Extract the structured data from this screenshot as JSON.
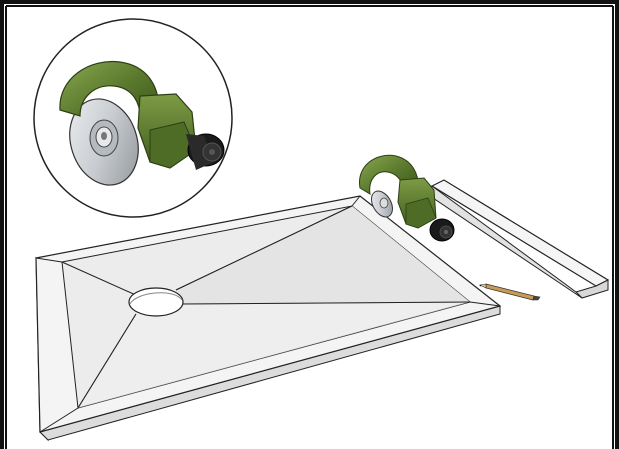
{
  "illustration": {
    "subject": "shower-tray-cutting",
    "components": {
      "frame": "frame-border",
      "zoom_inset": "zoom-inset-circle",
      "shower_tray": "shower-tray",
      "drain": "drain-hole",
      "grinder": "angle-grinder",
      "guide_strip": "straight-edge-guide",
      "pencil": "pencil"
    },
    "colors": {
      "grinder_green": "#5b7a2e",
      "grinder_green_dark": "#3f5a1e",
      "grinder_green_light": "#7a9a44",
      "blade_silver": "#cfd3d6",
      "tray_white": "#f2f2f2",
      "tray_shade": "#d9d9d9",
      "outline": "#222222",
      "pencil_wood": "#c79a55",
      "frame": "#111111"
    }
  }
}
